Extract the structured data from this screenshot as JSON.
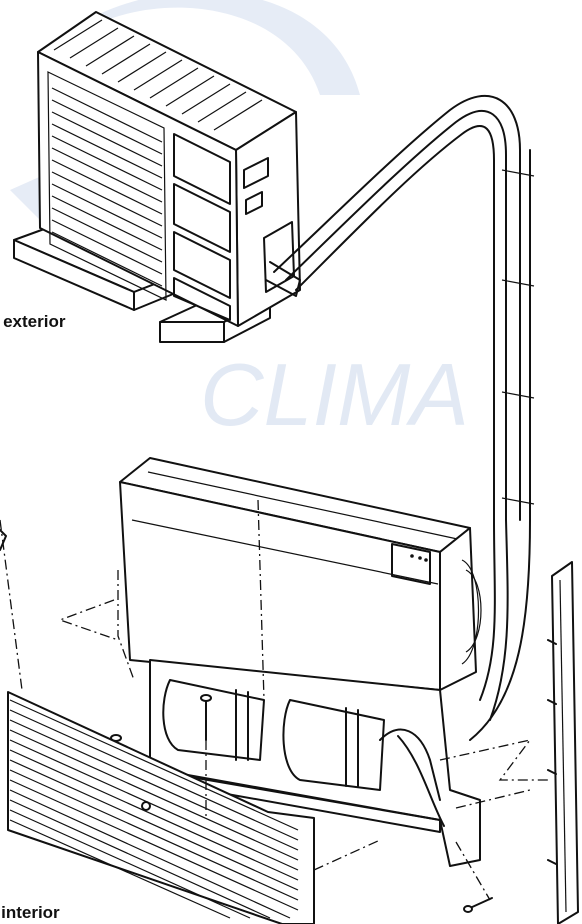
{
  "labels": {
    "exterior": "d exterior",
    "interior": "d interior"
  },
  "watermark": {
    "text": "CLIMA",
    "color": "#dfe7f3"
  },
  "colors": {
    "line": "#111111",
    "background": "#ffffff"
  }
}
